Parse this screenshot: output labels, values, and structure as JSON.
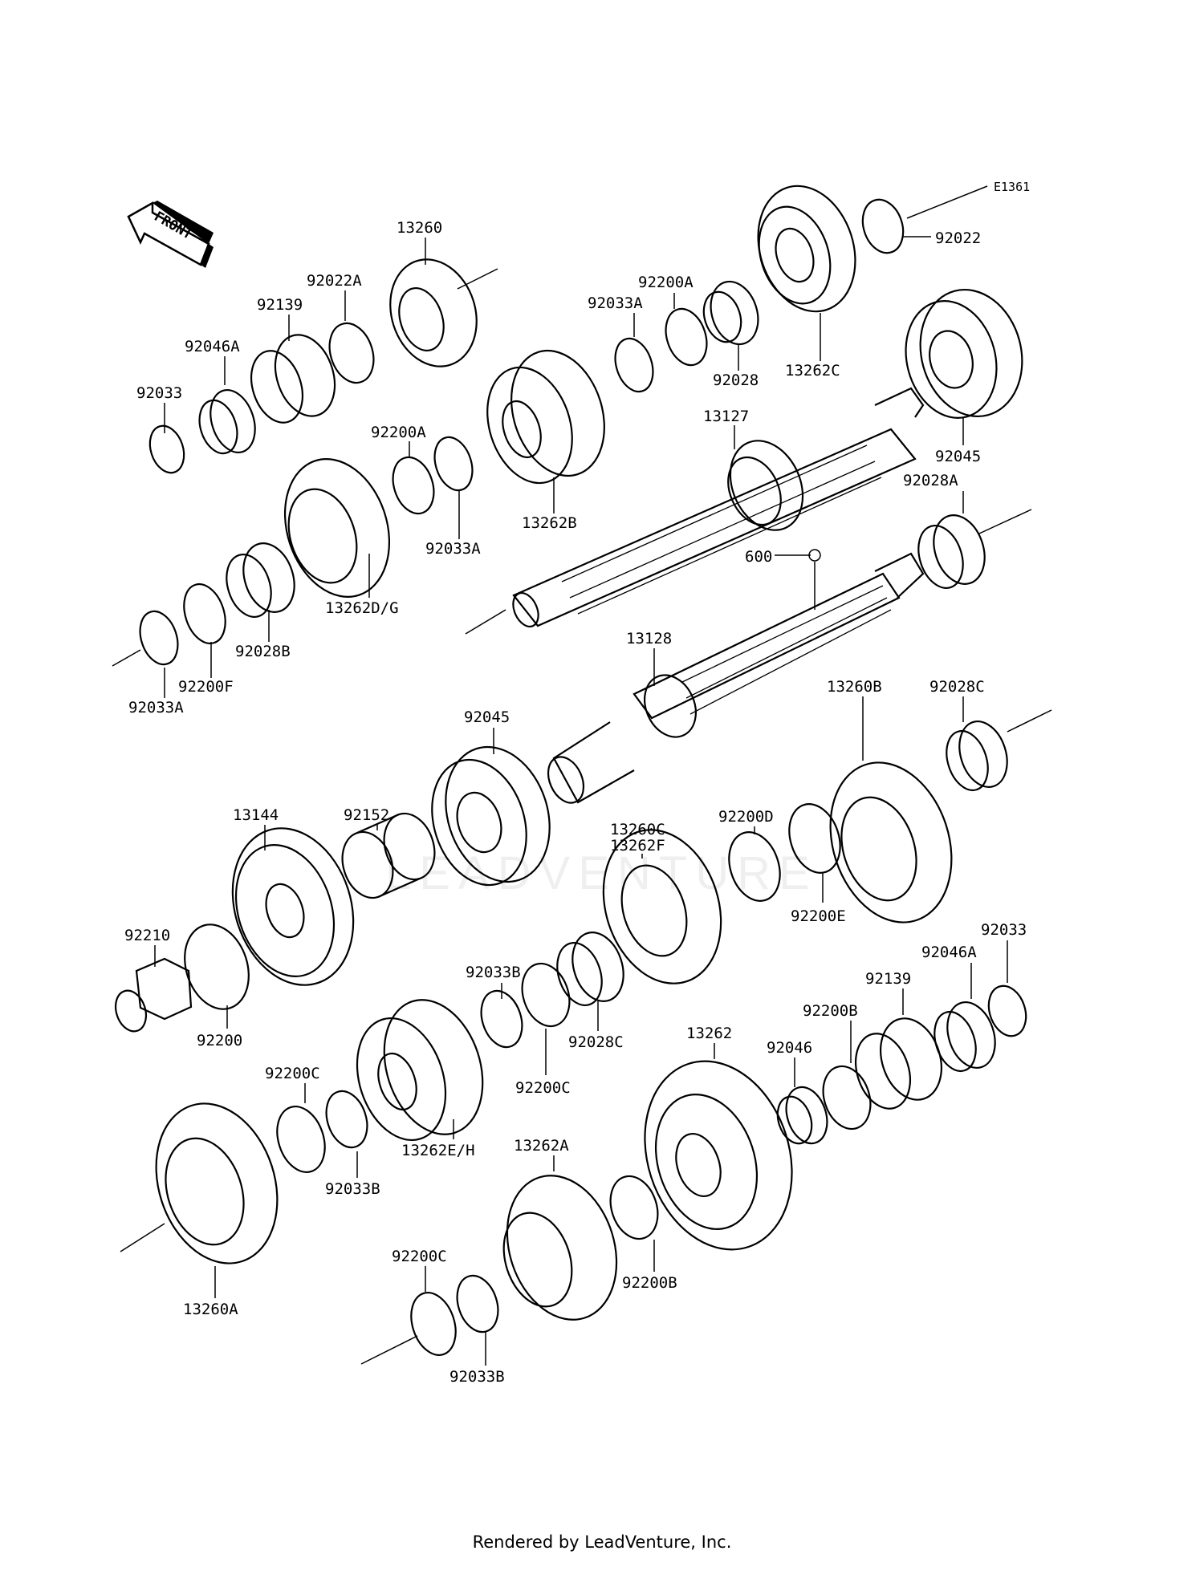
{
  "diagram": {
    "code": "E1361",
    "front_label": "FRONT",
    "watermark": "LEADVENTURE",
    "footer": "Rendered by LeadVenture, Inc.",
    "labels": [
      {
        "id": "13260",
        "text": "13260"
      },
      {
        "id": "92022A",
        "text": "92022A"
      },
      {
        "id": "92139-top",
        "text": "92139"
      },
      {
        "id": "92046A-top",
        "text": "92046A"
      },
      {
        "id": "92033-top",
        "text": "92033"
      },
      {
        "id": "92200A-mid",
        "text": "92200A"
      },
      {
        "id": "92033A-mid",
        "text": "92033A"
      },
      {
        "id": "13262B",
        "text": "13262B"
      },
      {
        "id": "92033A-top",
        "text": "92033A"
      },
      {
        "id": "92200A-top",
        "text": "92200A"
      },
      {
        "id": "92028",
        "text": "92028"
      },
      {
        "id": "13262C",
        "text": "13262C"
      },
      {
        "id": "92022",
        "text": "92022"
      },
      {
        "id": "13127",
        "text": "13127"
      },
      {
        "id": "92045-right",
        "text": "92045"
      },
      {
        "id": "92028A",
        "text": "92028A"
      },
      {
        "id": "600",
        "text": "600"
      },
      {
        "id": "13262DG",
        "text": "13262D/G"
      },
      {
        "id": "92028B",
        "text": "92028B"
      },
      {
        "id": "92200F",
        "text": "92200F"
      },
      {
        "id": "92033A-low",
        "text": "92033A"
      },
      {
        "id": "13128",
        "text": "13128"
      },
      {
        "id": "92045-mid",
        "text": "92045"
      },
      {
        "id": "13260B",
        "text": "13260B"
      },
      {
        "id": "92028C-top",
        "text": "92028C"
      },
      {
        "id": "13144",
        "text": "13144"
      },
      {
        "id": "92152",
        "text": "92152"
      },
      {
        "id": "13260C",
        "text": "13260C"
      },
      {
        "id": "13262F",
        "text": "13262F"
      },
      {
        "id": "92200D",
        "text": "92200D"
      },
      {
        "id": "92200E",
        "text": "92200E"
      },
      {
        "id": "92210",
        "text": "92210"
      },
      {
        "id": "92200",
        "text": "92200"
      },
      {
        "id": "92033B-mid",
        "text": "92033B"
      },
      {
        "id": "92028C-mid",
        "text": "92028C"
      },
      {
        "id": "92200C-mid",
        "text": "92200C"
      },
      {
        "id": "92033-right",
        "text": "92033"
      },
      {
        "id": "92046A-right",
        "text": "92046A"
      },
      {
        "id": "92139-right",
        "text": "92139"
      },
      {
        "id": "92200B-right",
        "text": "92200B"
      },
      {
        "id": "92046",
        "text": "92046"
      },
      {
        "id": "13262",
        "text": "13262"
      },
      {
        "id": "92200C-left",
        "text": "92200C"
      },
      {
        "id": "92033B-left",
        "text": "92033B"
      },
      {
        "id": "13262EH",
        "text": "13262E/H"
      },
      {
        "id": "13262A",
        "text": "13262A"
      },
      {
        "id": "92200B-low",
        "text": "92200B"
      },
      {
        "id": "13260A",
        "text": "13260A"
      },
      {
        "id": "92200C-low",
        "text": "92200C"
      },
      {
        "id": "92033B-low",
        "text": "92033B"
      }
    ]
  }
}
